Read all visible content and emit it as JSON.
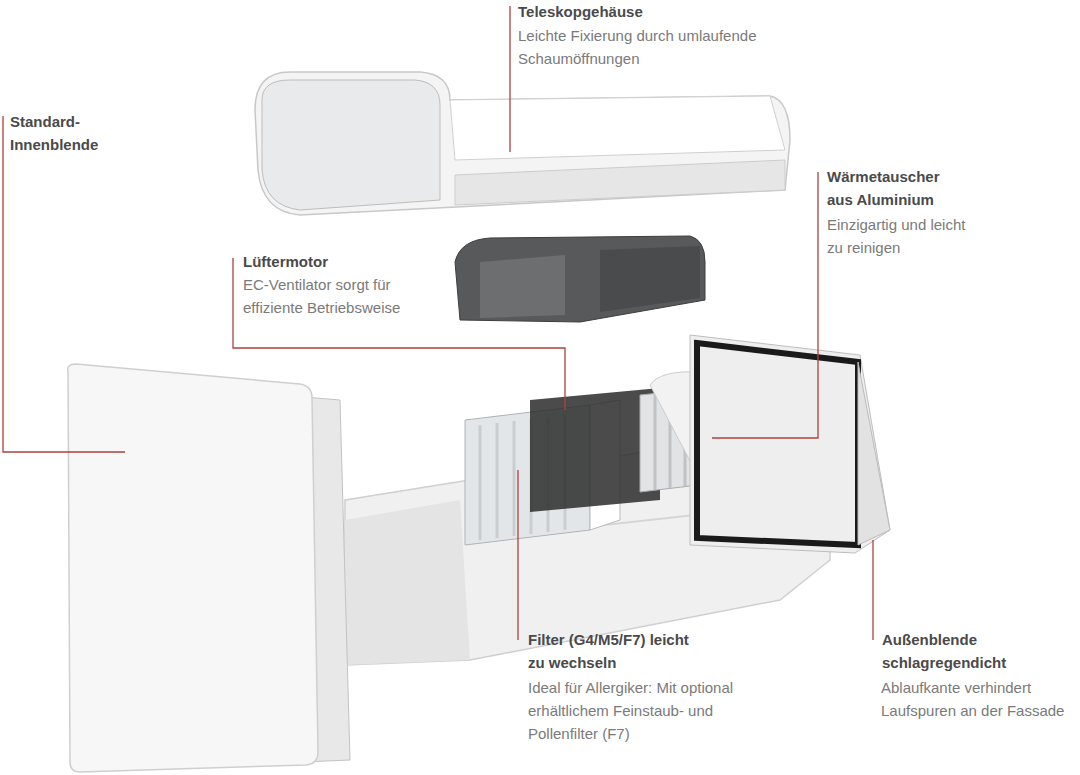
{
  "diagram": {
    "labels": [
      "Teleskopgehäuse",
      "Leichte Fixierung durch umlaufende Schaumöffnungen",
      "Standard- Innenblende",
      "Wärmetauscher aus Aluminium",
      "Einzigartig und leicht zu reinigen",
      "Lüftermotor",
      "EC-Ventilator sorgt für effiziente Betriebsweise",
      "Filter (G4/M5/F7) leicht zu wechseln",
      "Ideal für Allergiker: Mit optional erhältlichem Feinstaub- und Pollenfilter (F7)",
      "Außenblende schlagregendicht",
      "Ablaufkante verhindert Laufspuren an der Fassade"
    ]
  }
}
